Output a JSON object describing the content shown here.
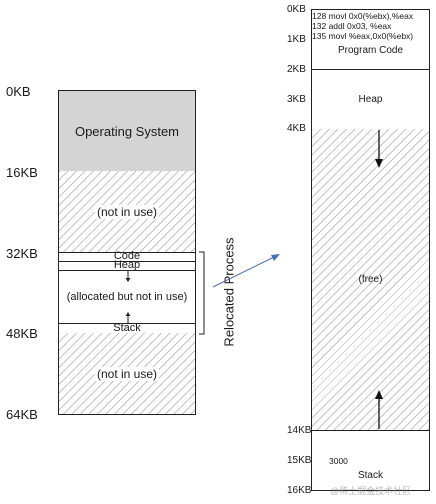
{
  "left": {
    "labels": {
      "kb0": "0KB",
      "kb16": "16KB",
      "kb32": "32KB",
      "kb48": "48KB",
      "kb64": "64KB"
    },
    "os": "Operating System",
    "unused_top": "(not in use)",
    "code": "Code",
    "heap": "Heap",
    "allocated": "(allocated but not in use)",
    "stack": "Stack",
    "unused_bottom": "(not in use)",
    "relocated": "Relocated Process"
  },
  "right": {
    "labels": {
      "kb0": "0KB",
      "kb1": "1KB",
      "kb2": "2KB",
      "kb3": "3KB",
      "kb4": "4KB",
      "kb14": "14KB",
      "kb15": "15KB",
      "kb16": "16KB"
    },
    "instructions": [
      {
        "addr": "128",
        "text": "movl 0x0(%ebx),%eax"
      },
      {
        "addr": "132",
        "text": "addl 0x03, %eax"
      },
      {
        "addr": "135",
        "text": "movl %eax,0x0(%ebx)"
      }
    ],
    "program_code": "Program Code",
    "heap": "Heap",
    "free": "(free)",
    "stack_value": "3000",
    "stack": "Stack"
  },
  "watermark": "@稀土掘金技术社区"
}
